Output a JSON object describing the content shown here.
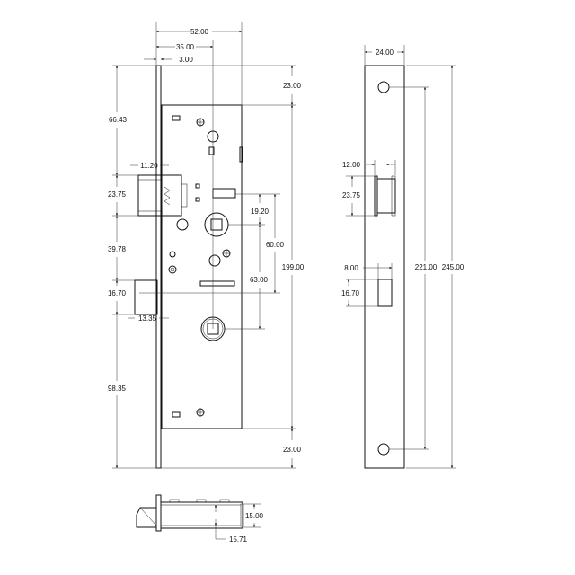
{
  "front_view": {
    "dims": {
      "width_total": "52.00",
      "backset": "35.00",
      "faceplate_thickness": "3.00",
      "top_offset": "23.00",
      "bottom_offset": "23.00",
      "top_to_latch": "66.43",
      "latch_projection": "11.20",
      "latch_height": "23.75",
      "latch_to_handle": "19.20",
      "latch_to_deadbolt_gap": "39.78",
      "handle_to_deadbolt": "60.00",
      "handle_to_cylinder": "63.00",
      "body_height": "199.00",
      "deadbolt_height": "16.70",
      "deadbolt_projection": "13.35",
      "deadbolt_to_bottom": "98.35"
    }
  },
  "side_view": {
    "dims": {
      "plate_width": "24.00",
      "latch_width": "12.00",
      "latch_height": "23.75",
      "deadbolt_width": "8.00",
      "deadbolt_height": "16.70",
      "hole_spacing": "221.00",
      "plate_height": "245.00"
    }
  },
  "bottom_view": {
    "dims": {
      "body_thickness": "15.00",
      "offset": "15.71"
    }
  }
}
